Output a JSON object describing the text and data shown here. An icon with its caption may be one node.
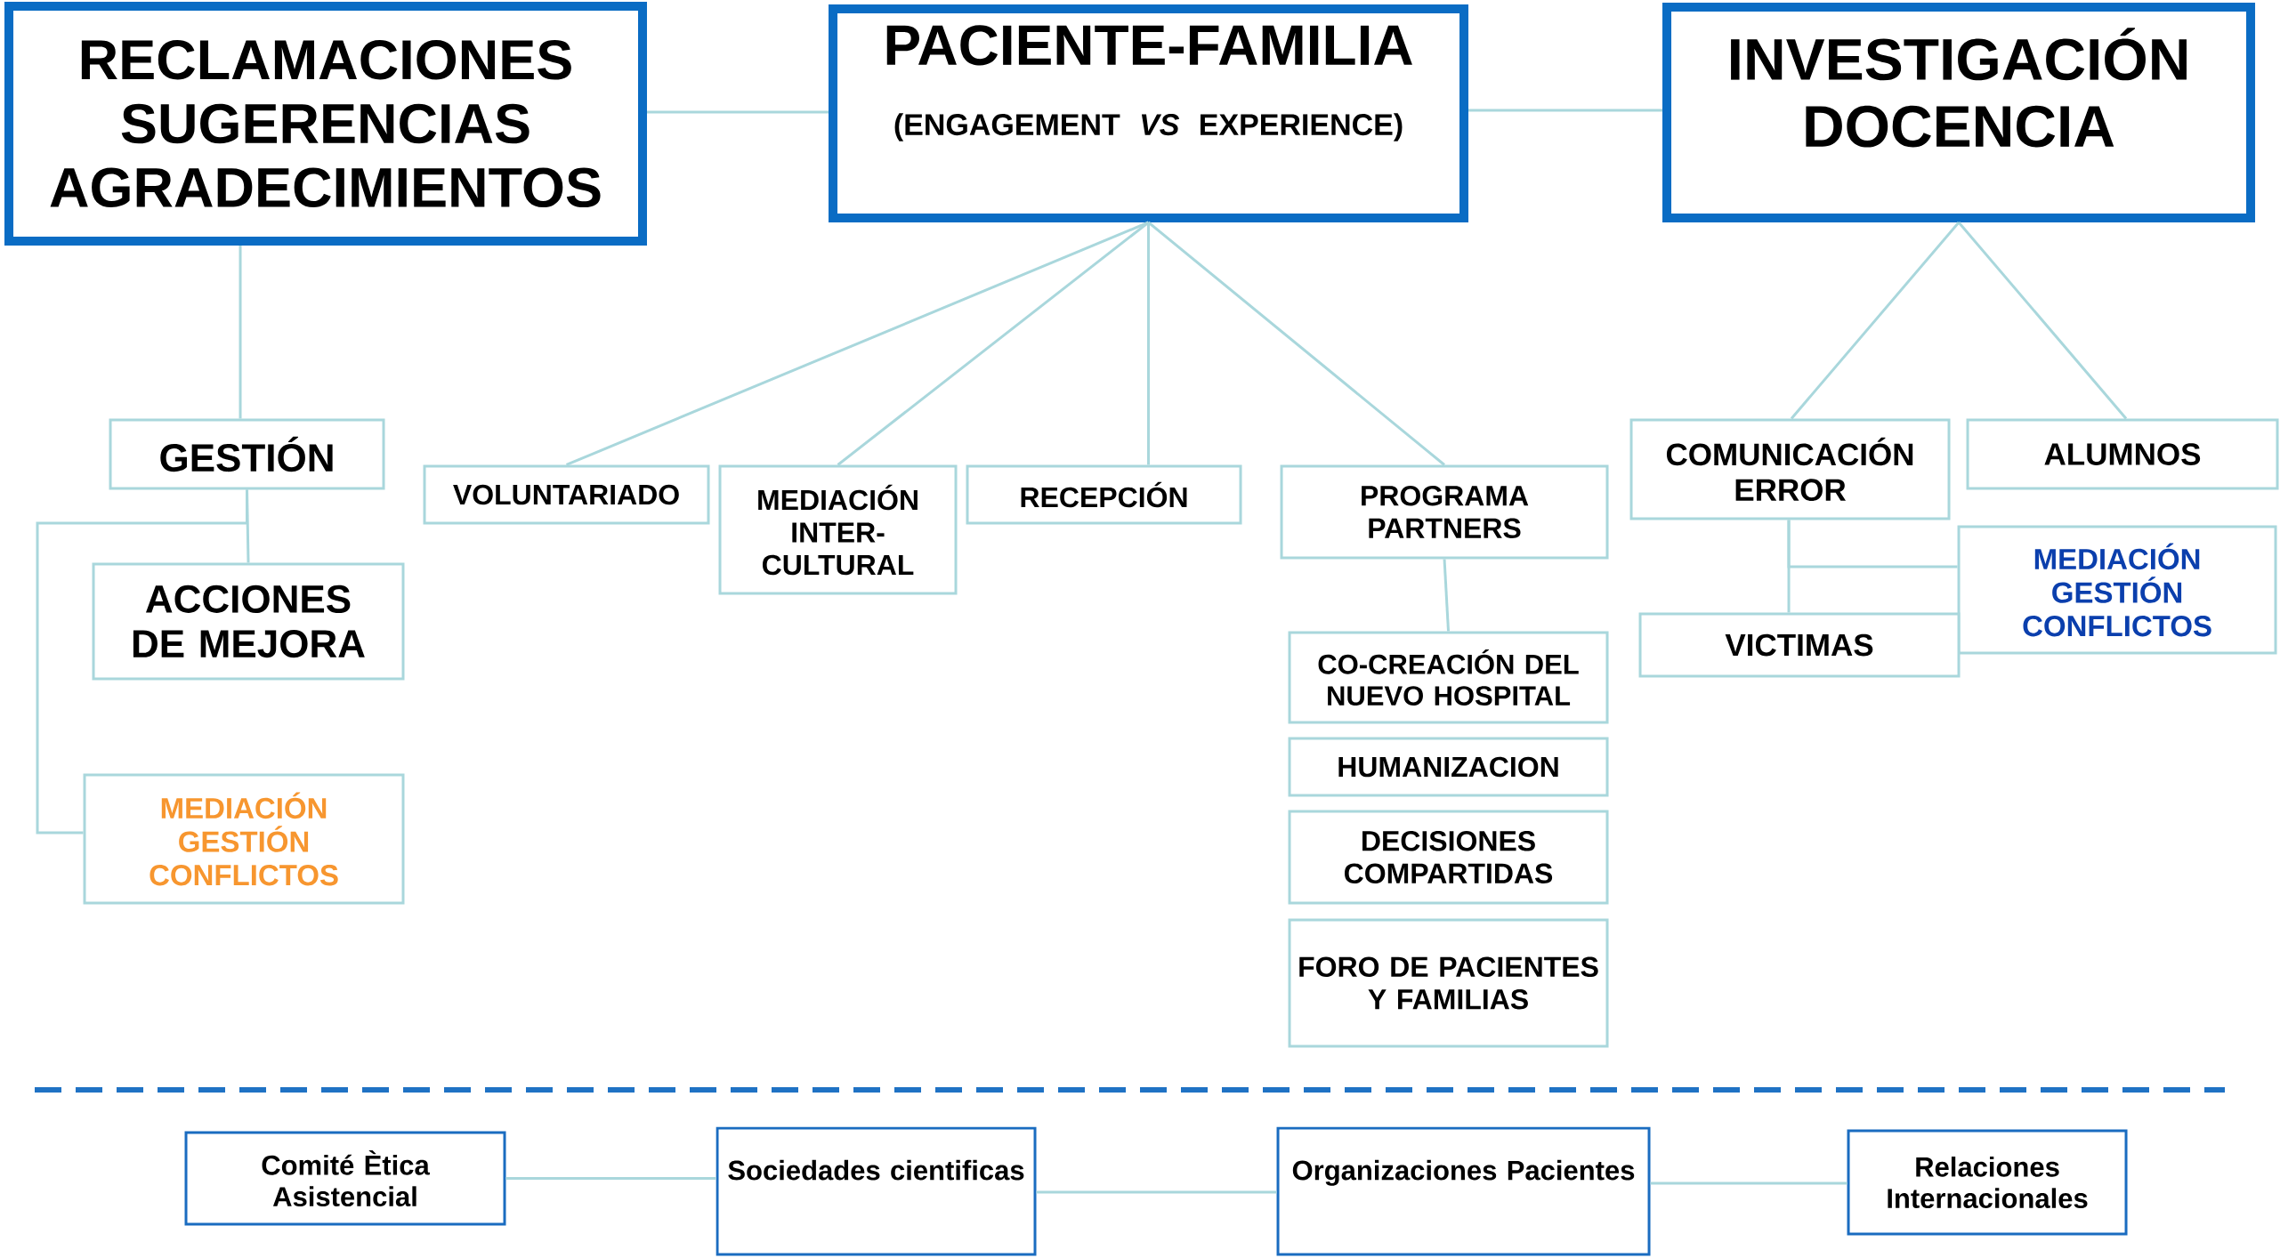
{
  "diagram": {
    "nodes": [
      {
        "text": [
          "RECLAMACIONES SUGERENCIAS AGRADECIMIENTOS"
        ]
      },
      {
        "text": [
          "PACIENTE-FAMILIA",
          "(ENGAGEMENT *VS* EXPERIENCE)"
        ]
      },
      {
        "text": [
          "INVESTIGACIÓN DOCENCIA"
        ]
      },
      {
        "text": [
          "GESTIÓN"
        ]
      },
      {
        "text": [
          "ACCIONES DE MEJORA"
        ]
      },
      {
        "text": [
          "MEDIACIÓN GESTIÓN CONFLICTOS"
        ]
      },
      {
        "text": [
          "VOLUNTARIADO"
        ]
      },
      {
        "text": [
          "MEDIACIÓN INTER-CULTURAL"
        ]
      },
      {
        "text": [
          "RECEPCIÓN"
        ]
      },
      {
        "text": [
          "PROGRAMA PARTNERS"
        ]
      },
      {
        "text": [
          "CO-CREACIÓN DEL NUEVO HOSPITAL"
        ]
      },
      {
        "text": [
          "HUMANIZACION"
        ]
      },
      {
        "text": [
          "DECISIONES COMPARTIDAS"
        ]
      },
      {
        "text": [
          "FORO DE PACIENTES Y FAMILIAS"
        ]
      },
      {
        "text": [
          "COMUNICACIÓN ERROR"
        ]
      },
      {
        "text": [
          "ALUMNOS"
        ]
      },
      {
        "text": [
          "MEDIACIÓN GESTIÓN CONFLICTOS"
        ]
      },
      {
        "text": [
          "VICTIMAS"
        ]
      },
      {
        "text": [
          "Comité Ètica Asistencial"
        ]
      },
      {
        "text": [
          "Sociedades cientificas"
        ]
      },
      {
        "text": [
          "Organizaciones Pacientes"
        ]
      },
      {
        "text": [
          "Relaciones Internacionales"
        ]
      }
    ],
    "edges": [
      {
        "from": 0,
        "to": 1,
        "arrow": "none"
      },
      {
        "from": 1,
        "to": 2,
        "arrow": "none"
      },
      {
        "from": 0,
        "to": 3,
        "arrow": "none"
      },
      {
        "from": 1,
        "to": 6,
        "arrow": "none"
      },
      {
        "from": 1,
        "to": 7,
        "arrow": "none"
      },
      {
        "from": 1,
        "to": 8,
        "arrow": "none"
      },
      {
        "from": 1,
        "to": 9,
        "arrow": "none"
      },
      {
        "from": 9,
        "to": 10,
        "arrow": "none"
      },
      {
        "from": 3,
        "to": 4,
        "arrow": "none"
      },
      {
        "from": 3,
        "to": 5,
        "arrow": "none"
      },
      {
        "from": 2,
        "to": 14,
        "arrow": "none"
      },
      {
        "from": 2,
        "to": 15,
        "arrow": "none"
      },
      {
        "from": 14,
        "to": 17,
        "arrow": "none"
      },
      {
        "from": 14,
        "to": 16,
        "arrow": "none"
      },
      {
        "from": 18,
        "to": 19,
        "arrow": "none"
      },
      {
        "from": 19,
        "to": 20,
        "arrow": "none"
      },
      {
        "from": 20,
        "to": 21,
        "arrow": "none"
      }
    ]
  }
}
